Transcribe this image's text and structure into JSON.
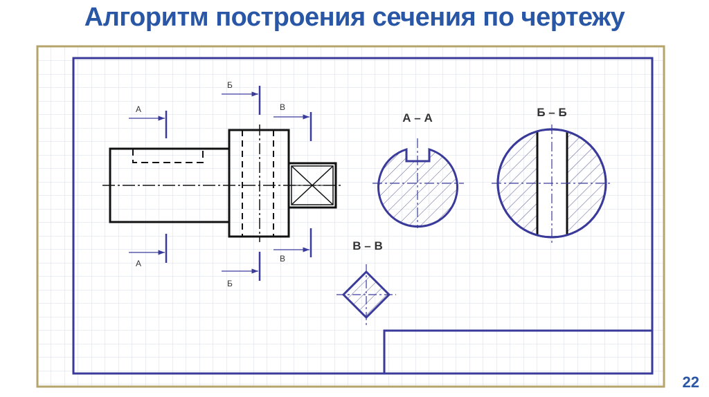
{
  "slide": {
    "title": "Алгоритм построения сечения по чертежу",
    "number": "22"
  },
  "cut_labels": {
    "a_top": "А",
    "a_bottom": "А",
    "b_top": "Б",
    "b_bottom": "Б",
    "v_top": "В",
    "v_bottom": "В"
  },
  "section_titles": {
    "aa": "А – А",
    "bb": "Б – Б",
    "vv": "В – В"
  },
  "colors": {
    "title": "#2a57a5",
    "frame_outer": "#b5a56a",
    "frame_inner": "#3a3a9a",
    "grid": "#d6dce6",
    "drawing": "#111111",
    "section": "#3a3a9a"
  }
}
